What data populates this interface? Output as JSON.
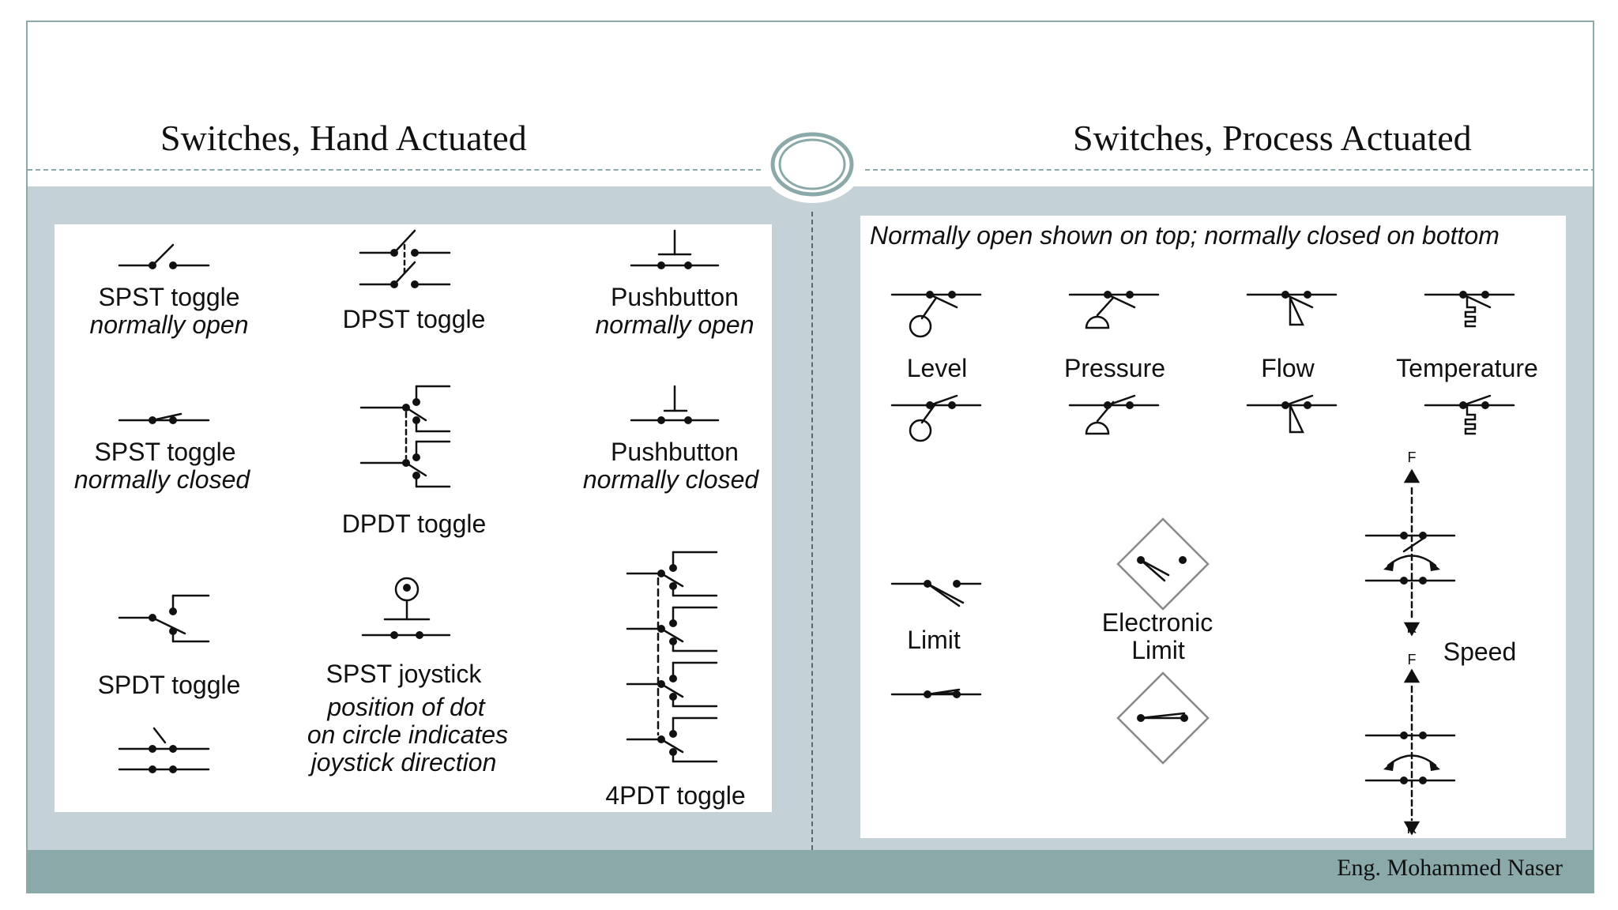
{
  "slide": {
    "title_left": "Switches, Hand Actuated",
    "title_right": "Switches, Process Actuated",
    "footer": "Eng. Mohammed Naser"
  },
  "hand": {
    "spst_no": {
      "label": "SPST toggle",
      "sub": "normally open"
    },
    "dpst": {
      "label": "DPST toggle"
    },
    "pb_no": {
      "label": "Pushbutton",
      "sub": "normally open"
    },
    "spst_nc": {
      "label": "SPST toggle",
      "sub": "normally closed"
    },
    "dpdt": {
      "label": "DPDT toggle"
    },
    "pb_nc": {
      "label": "Pushbutton",
      "sub": "normally closed"
    },
    "spdt": {
      "label": "SPDT toggle"
    },
    "joystick": {
      "label": "SPST joystick",
      "sub1": "position of dot",
      "sub2": "on circle indicates",
      "sub3": "joystick direction"
    },
    "fourpdt": {
      "label": "4PDT toggle"
    }
  },
  "process": {
    "note": "Normally open shown on top; normally closed on bottom",
    "level": "Level",
    "pressure": "Pressure",
    "flow": "Flow",
    "temperature": "Temperature",
    "limit": "Limit",
    "elec_limit_1": "Electronic",
    "elec_limit_2": "Limit",
    "speed": "Speed",
    "f_label": "F",
    "r_label": "R"
  }
}
